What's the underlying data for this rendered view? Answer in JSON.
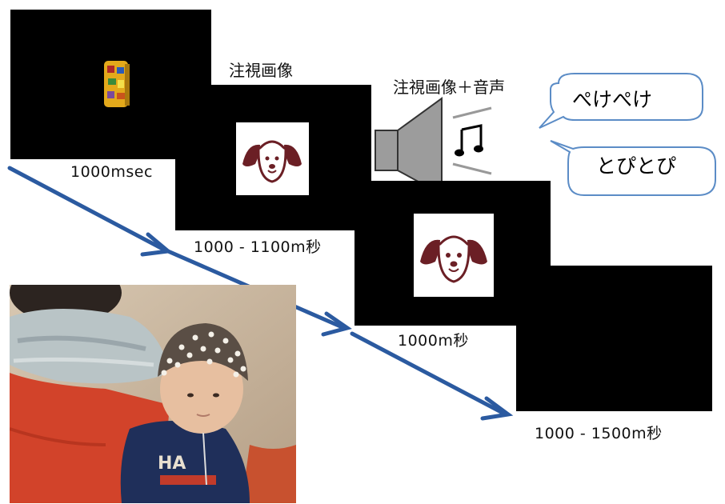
{
  "labels": {
    "screen1_time": "1000msec",
    "screen2_title": "注視画像",
    "screen2_time": "1000 - 1100m秒",
    "screen3_title": "注視画像＋音声",
    "screen3_time": "1000m秒",
    "screen4_time": "1000 - 1500m秒"
  },
  "bubbles": {
    "word1": "ぺけぺけ",
    "word2": "とぴとぴ"
  },
  "icons": {
    "fixation": "colorful-cube-icon",
    "stimulus": "dog-face-icon",
    "speaker": "speaker-icon",
    "music": "music-note-icon"
  },
  "colors": {
    "arrow": "#2b5aa0",
    "bubble_border": "#5b8cc6",
    "dog": "#6b1f25",
    "speaker": "#9c9c9c"
  }
}
